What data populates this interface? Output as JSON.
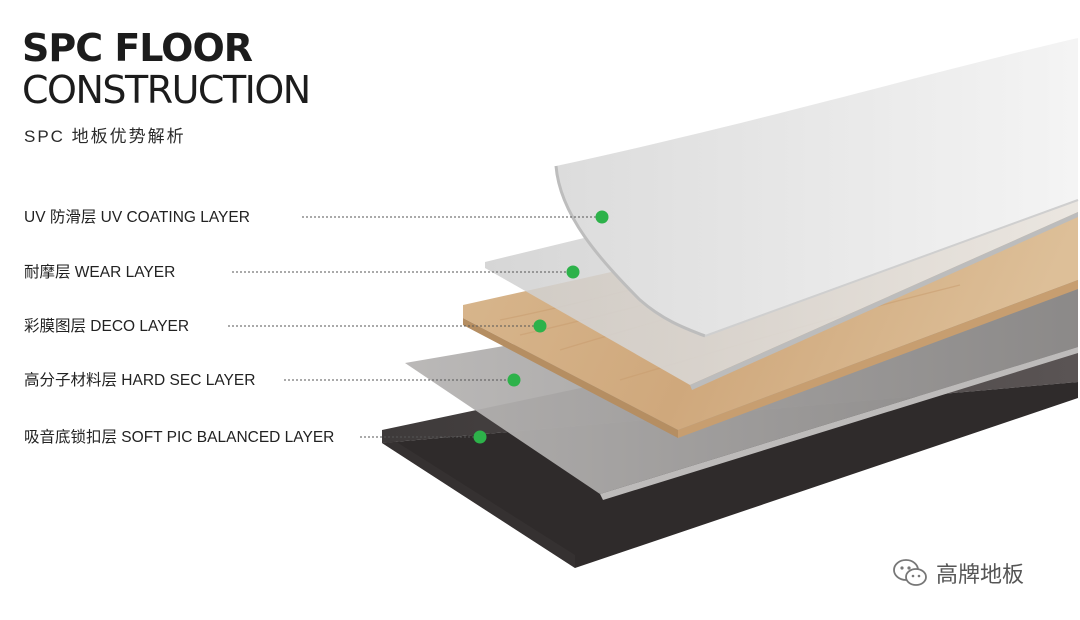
{
  "title": {
    "line1": "SPC FLOOR",
    "line2": "CONSTRUCTION",
    "subtitle": "SPC 地板优势解析"
  },
  "layers": [
    {
      "label": "UV 防滑层  UV COATING LAYER"
    },
    {
      "label": "耐摩层  WEAR LAYER"
    },
    {
      "label": "彩膜图层  DECO LAYER"
    },
    {
      "label": "高分子材料层  HARD SEC LAYER"
    },
    {
      "label": "吸音底锁扣层  SOFT PIC BALANCED LAYER"
    }
  ],
  "colors": {
    "marker": "#2db24a",
    "wood": "#d8b48a",
    "base": "#4d4746",
    "hard": "#9c9a99"
  },
  "watermark": {
    "icon": "wechat-icon",
    "text": "高牌地板"
  }
}
